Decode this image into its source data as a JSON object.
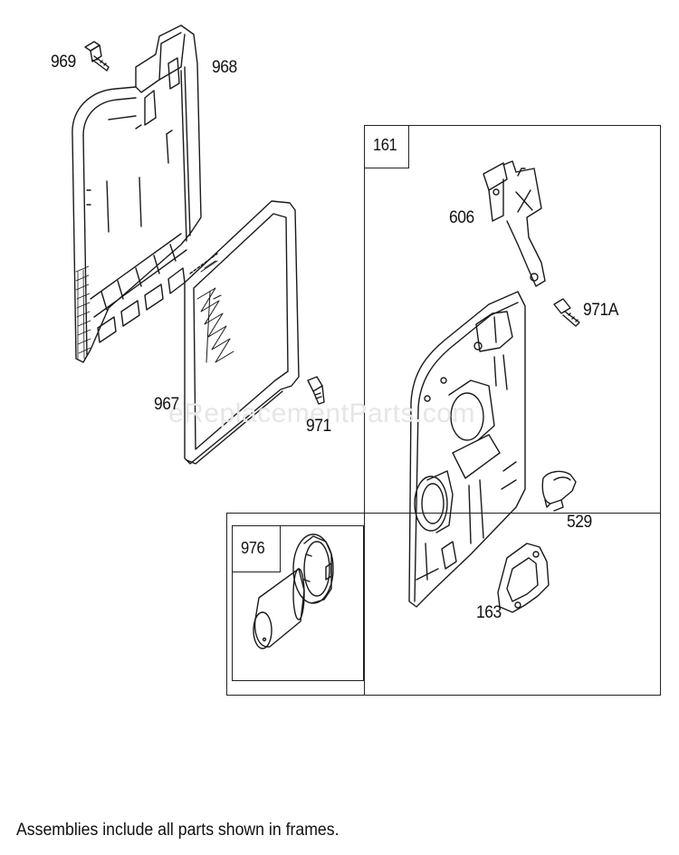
{
  "watermark": "eReplacementParts.com",
  "footnote": "Assemblies include all parts shown in frames.",
  "callouts": {
    "p969": "969",
    "p968": "968",
    "p967": "967",
    "p971": "971",
    "p161": "161",
    "p606": "606",
    "p971a": "971A",
    "p529": "529",
    "p976": "976",
    "p163": "163"
  }
}
